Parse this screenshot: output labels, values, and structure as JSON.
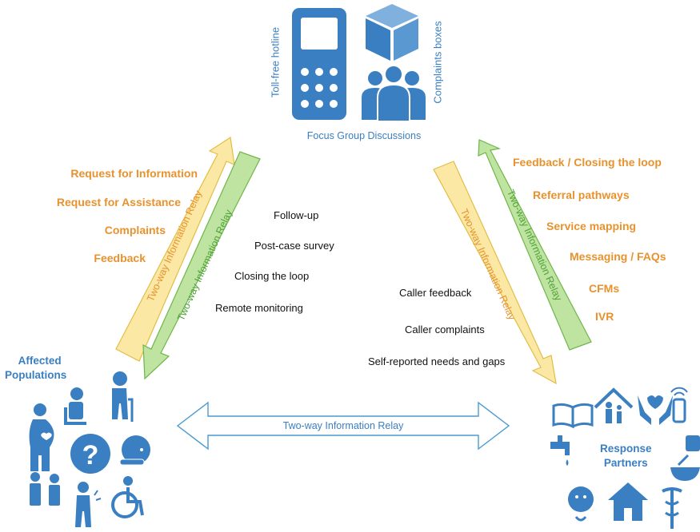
{
  "top": {
    "hotline_label": "Toll-free hotline",
    "complaints_boxes_label": "Complaints boxes",
    "focus_groups_label": "Focus Group Discussions"
  },
  "left_requests": [
    "Request for Information",
    "Request for Assistance",
    "Complaints",
    "Feedback"
  ],
  "center_left_items": [
    "Follow-up",
    "Post-case survey",
    "Closing the loop",
    "Remote monitoring"
  ],
  "center_right_items": [
    "Caller feedback",
    "Caller complaints",
    "Self-reported needs and gaps"
  ],
  "right_items": [
    "Feedback / Closing the loop",
    "Referral pathways",
    "Service mapping",
    "Messaging / FAQs",
    "CFMs",
    "IVR"
  ],
  "relay_label": "Two-way Information Relay",
  "affected": {
    "line1": "Affected",
    "line2": "Populations"
  },
  "partners": {
    "line1": "Response",
    "line2": "Partners"
  },
  "colors": {
    "orange_text": "#e8922e",
    "blue": "#3a7fc1",
    "yellow_arrow": "#fbe8a4",
    "green_arrow": "#bfe3a0"
  }
}
